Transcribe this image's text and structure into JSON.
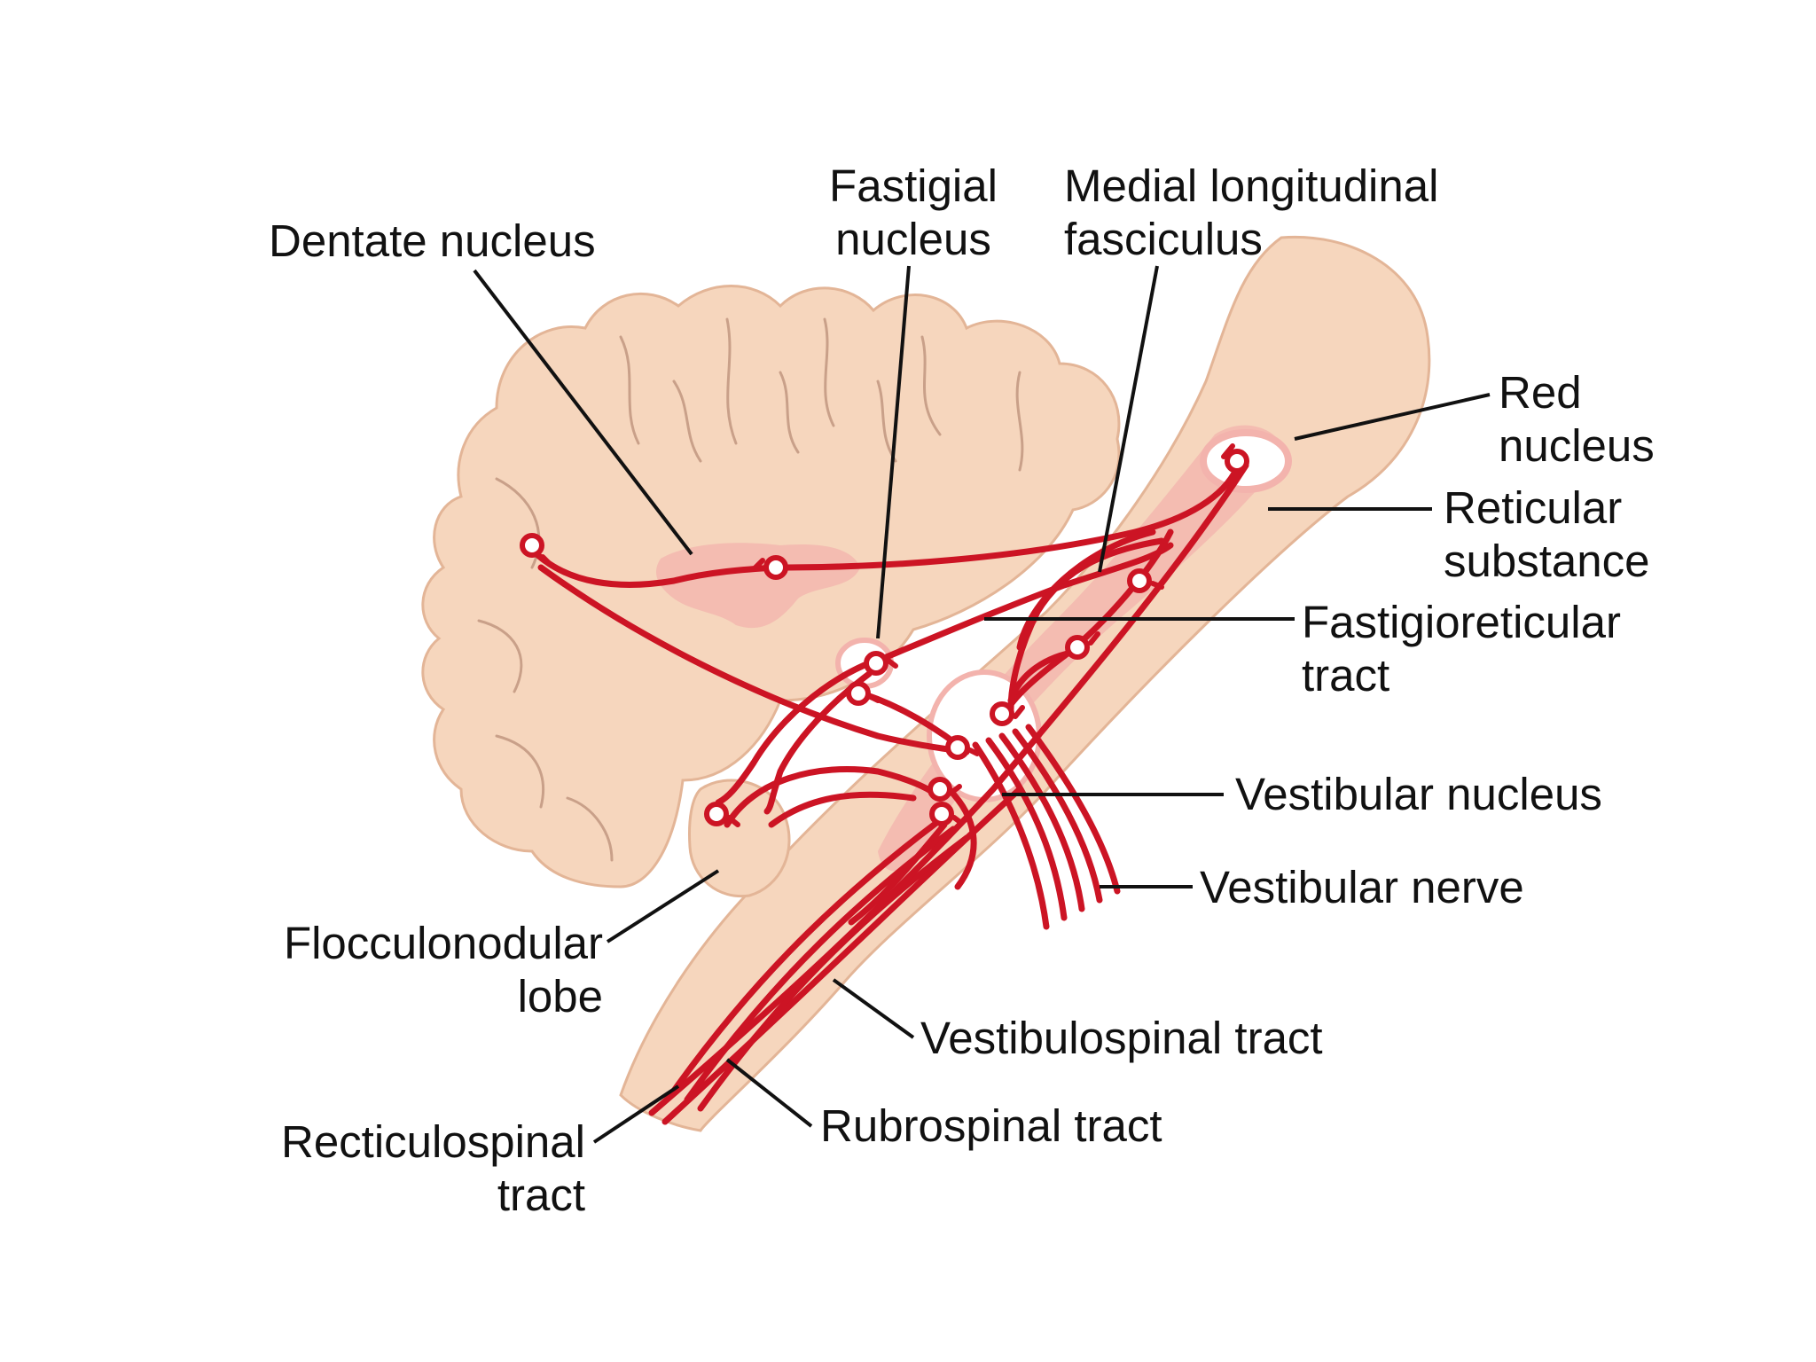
{
  "colors": {
    "tissue": "#f6d6bd",
    "tissue_outline": "#e3b597",
    "nucleus_highlight": "#f3b3ad",
    "fiber": "#cc1424",
    "label": "#111111"
  },
  "labels": {
    "dentate_nucleus": [
      "Dentate nucleus"
    ],
    "fastigial_nucleus": [
      "Fastigial",
      "nucleus"
    ],
    "medial_longitudinal_fasciculus": [
      "Medial longitudinal",
      "fasciculus"
    ],
    "red_nucleus": [
      "Red",
      "nucleus"
    ],
    "reticular_substance": [
      "Reticular",
      "substance"
    ],
    "fastigioreticular_tract": [
      "Fastigioreticular",
      "tract"
    ],
    "vestibular_nucleus": [
      "Vestibular nucleus"
    ],
    "vestibular_nerve": [
      "Vestibular nerve"
    ],
    "flocculonodular_lobe": [
      "Flocculonodular",
      "lobe"
    ],
    "vestibulospinal_tract": [
      "Vestibulospinal tract"
    ],
    "recticulospinal_tract": [
      "Recticulospinal",
      "tract"
    ],
    "rubrospinal_tract": [
      "Rubrospinal tract"
    ]
  }
}
